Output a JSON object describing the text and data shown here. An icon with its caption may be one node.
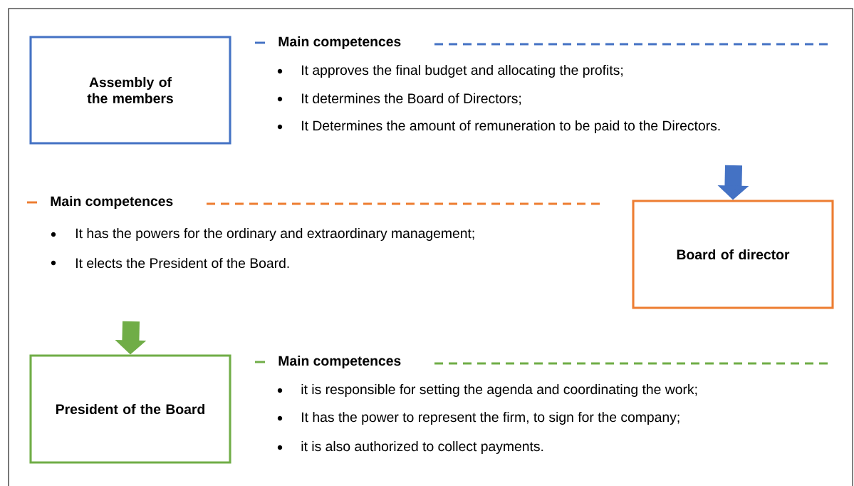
{
  "diagram": {
    "nodes": [
      {
        "text": [
          "Assembly of the members"
        ],
        "beside": [
          "Main competences",
          "It approves the final budget and allocating the profits;",
          "It determines the Board of Directors;",
          "It Determines the amount of remuneration to be paid to the Directors."
        ]
      },
      {
        "text": [
          "Board of director"
        ],
        "beside": [
          "Main competences",
          "It has the powers for the ordinary and extraordinary management;",
          "It elects the President of the Board."
        ]
      },
      {
        "text": [
          "President of the Board"
        ],
        "beside": [
          "Main competences",
          "it is responsible for setting the agenda and coordinating the work;",
          "It has the power to represent the firm, to sign for the company;",
          "it is also authorized to collect payments."
        ]
      }
    ],
    "edges": [
      {
        "from": null,
        "to": 1,
        "arrow": "to",
        "color": "#4472c4"
      },
      {
        "from": null,
        "to": 2,
        "arrow": "to",
        "color": "#70ad47"
      }
    ]
  }
}
